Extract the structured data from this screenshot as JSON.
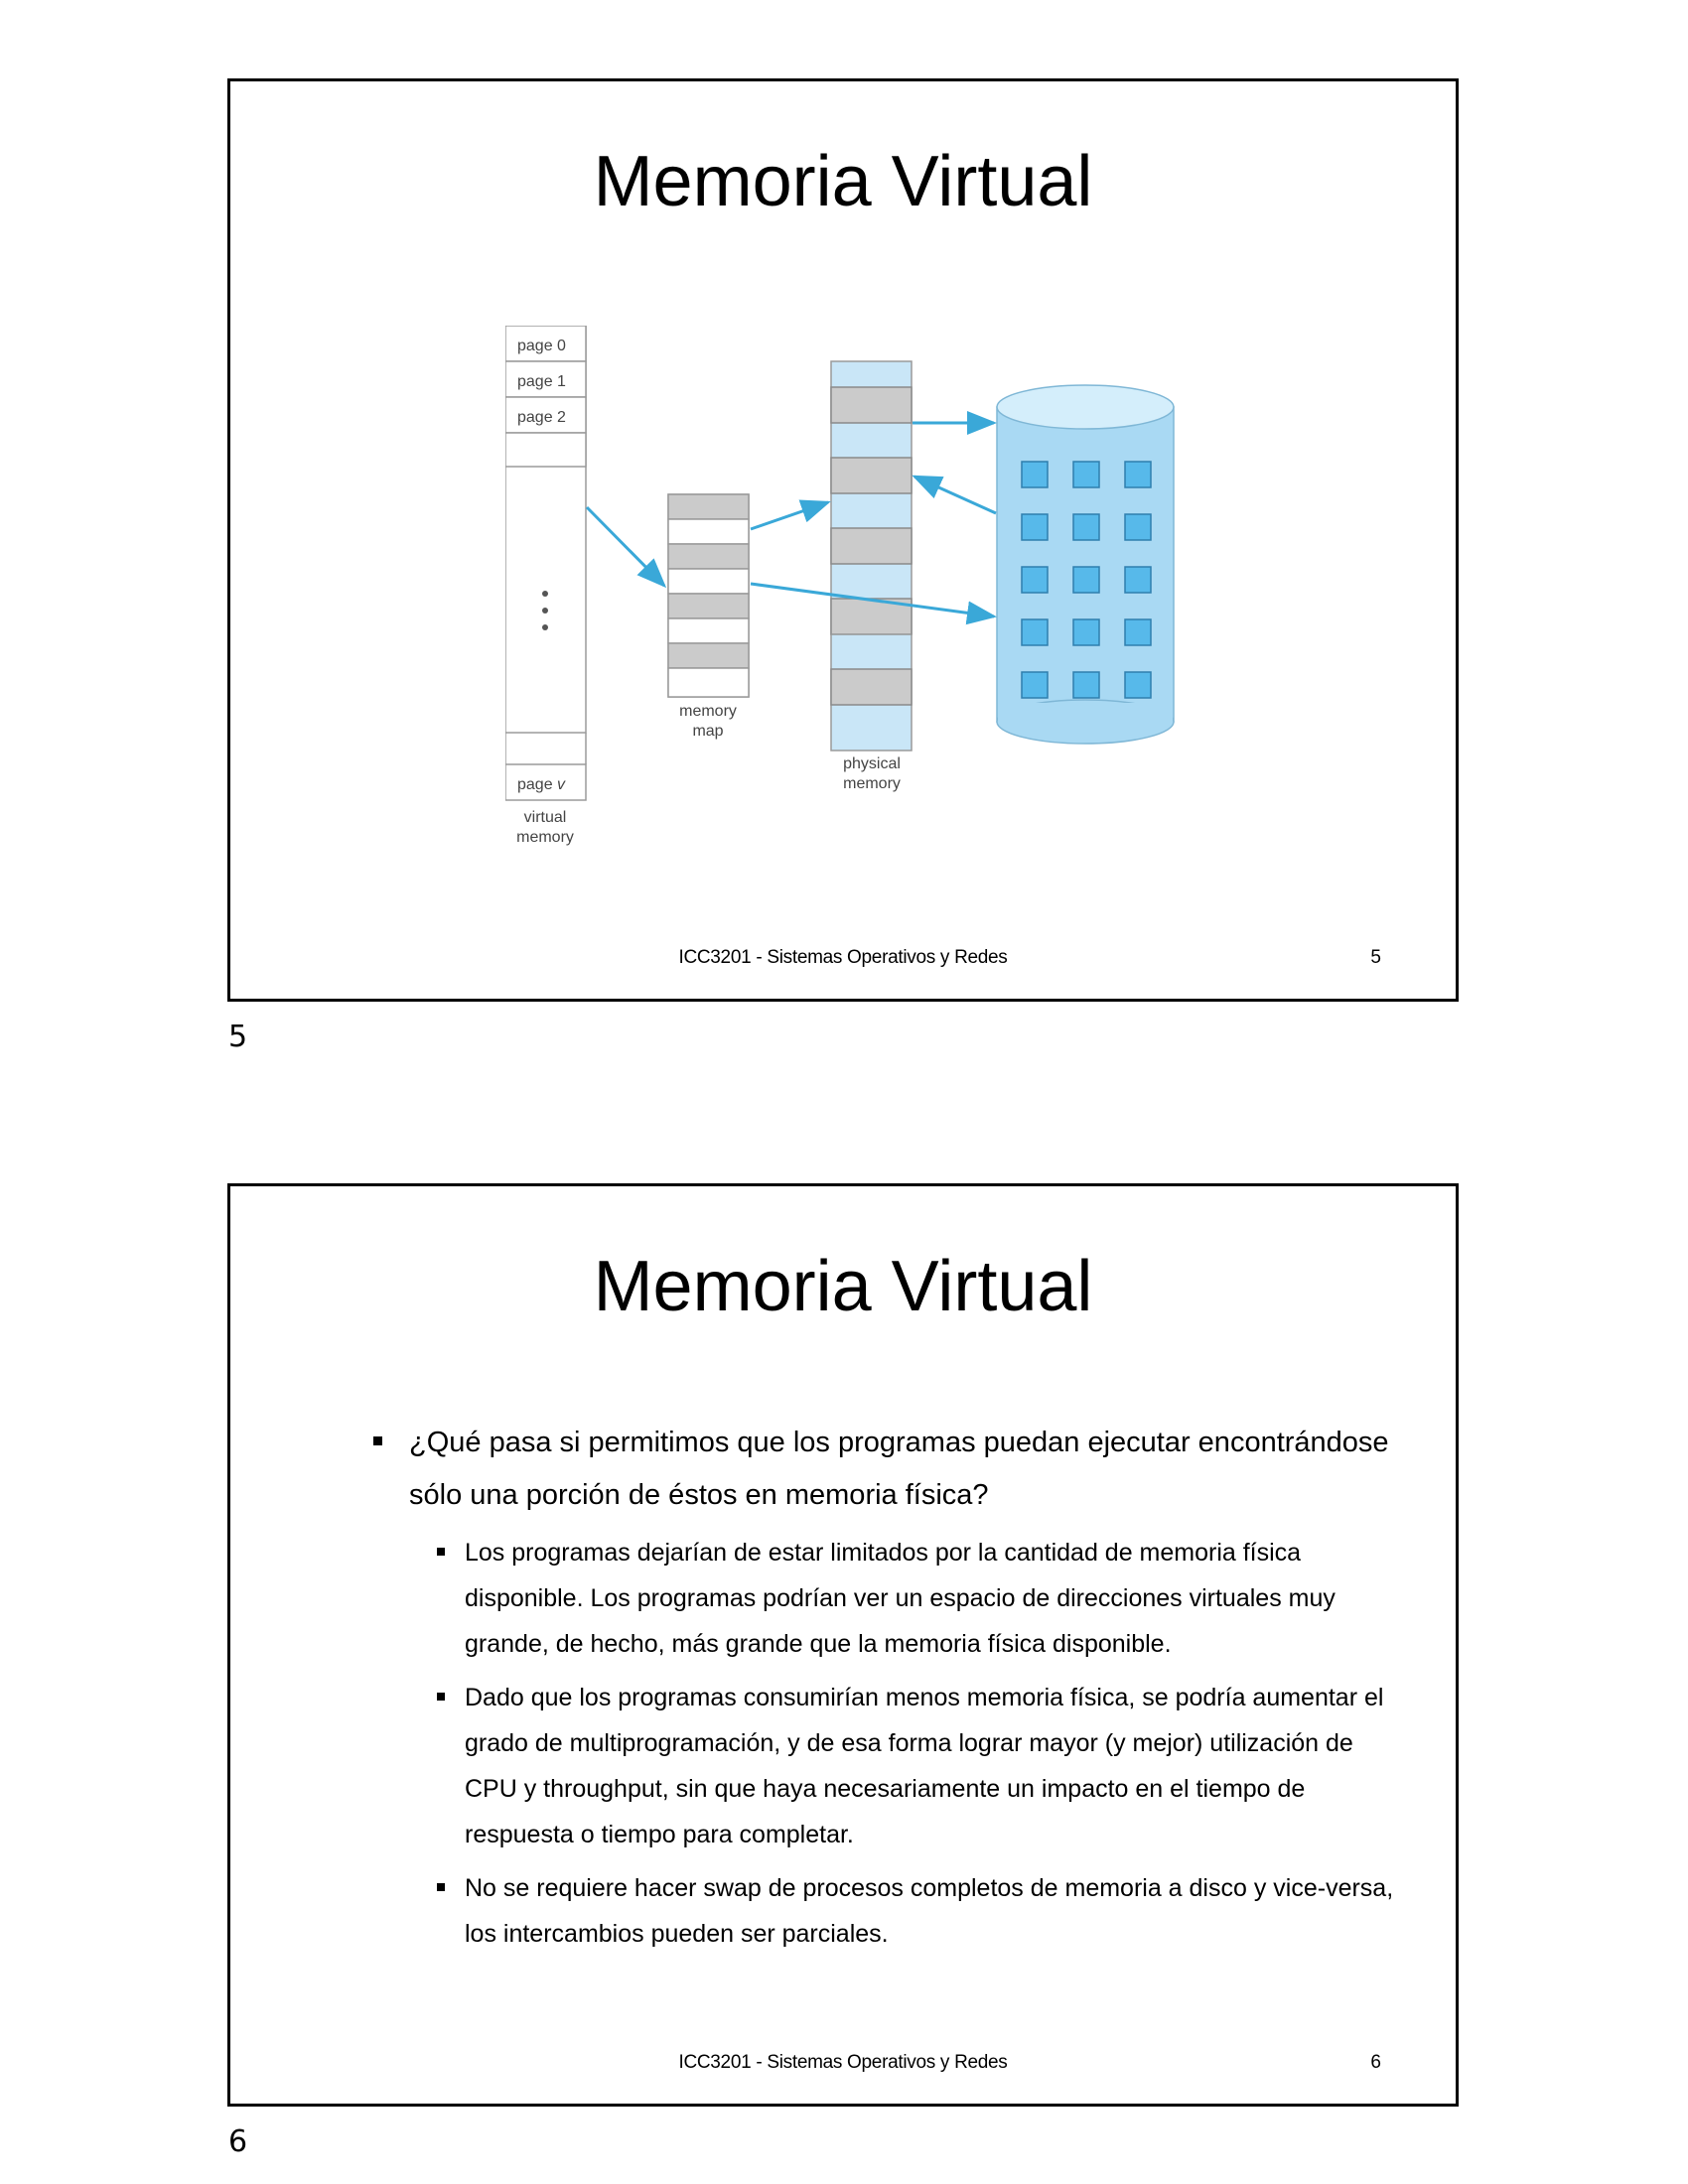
{
  "slides": [
    {
      "title": "Memoria Virtual",
      "footer": "ICC3201 - Sistemas Operativos y Redes",
      "footer_number": "5",
      "page_number": "5",
      "diagram": {
        "virtual_pages": [
          "page 0",
          "page 1",
          "page 2"
        ],
        "last_page_prefix": "page ",
        "last_page_var": "v",
        "virtual_label_1": "virtual",
        "virtual_label_2": "memory",
        "map_label_1": "memory",
        "map_label_2": "map",
        "physical_label_1": "physical",
        "physical_label_2": "memory",
        "colors": {
          "light_blue": "#c9e6f7",
          "icon_blue": "#57b9ea",
          "cylinder_fill": "#a9d9f3",
          "gray_block": "#cbcbcb",
          "arrow": "#3aa8d8"
        }
      }
    },
    {
      "title": "Memoria Virtual",
      "footer": "ICC3201 - Sistemas Operativos y Redes",
      "footer_number": "6",
      "page_number": "6",
      "bullet_main": "¿Qué pasa si permitimos que los programas puedan ejecutar encontrándose sólo una porción de éstos en memoria física?",
      "sub_bullets": [
        "Los programas dejarían de estar limitados por la cantidad de memoria física disponible. Los programas podrían ver un espacio de direcciones virtuales muy grande, de hecho, más grande que la memoria física disponible.",
        "Dado que los programas consumirían menos memoria física, se podría aumentar el grado de multiprogramación, y de esa forma lograr mayor (y mejor) utilización de CPU y throughput, sin que haya necesariamente un impacto en el tiempo de respuesta o tiempo para completar.",
        "No se requiere hacer swap de procesos completos de memoria a disco y vice-versa, los intercambios pueden ser parciales."
      ]
    }
  ]
}
